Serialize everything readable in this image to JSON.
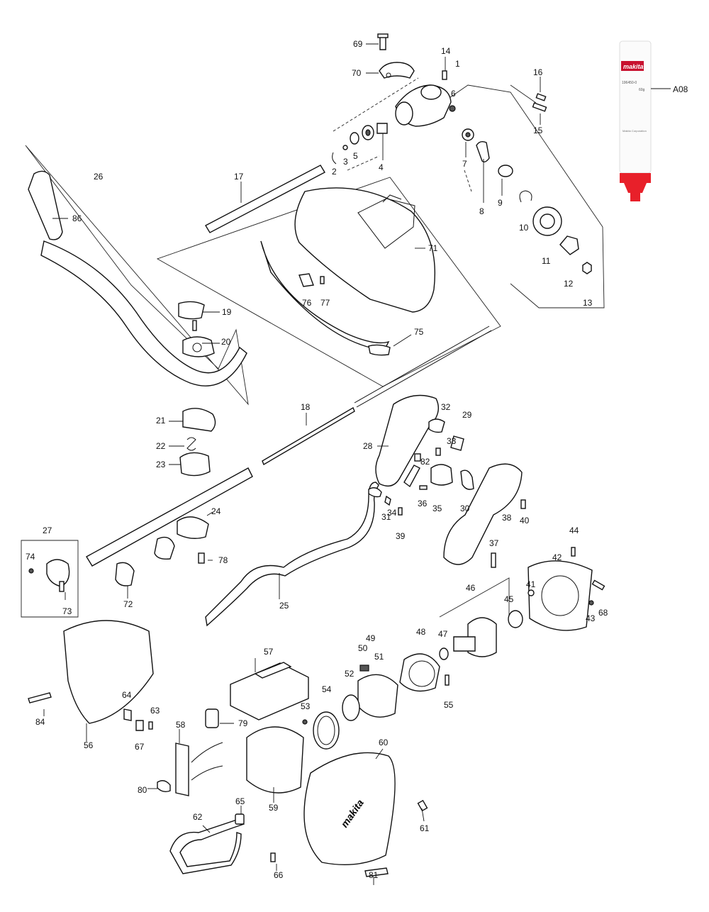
{
  "callouts": [
    {
      "n": "69",
      "id": "69"
    },
    {
      "n": "14",
      "id": "14"
    },
    {
      "n": "1",
      "id": "1"
    },
    {
      "n": "70",
      "id": "70"
    },
    {
      "n": "16",
      "id": "16"
    },
    {
      "n": "6",
      "id": "6"
    },
    {
      "n": "15",
      "id": "15"
    },
    {
      "n": "2",
      "id": "2"
    },
    {
      "n": "3",
      "id": "3"
    },
    {
      "n": "5",
      "id": "5"
    },
    {
      "n": "4",
      "id": "4"
    },
    {
      "n": "7",
      "id": "7"
    },
    {
      "n": "8",
      "id": "8"
    },
    {
      "n": "9",
      "id": "9"
    },
    {
      "n": "10",
      "id": "10"
    },
    {
      "n": "11",
      "id": "11"
    },
    {
      "n": "12",
      "id": "12"
    },
    {
      "n": "13",
      "id": "13"
    },
    {
      "n": "26",
      "id": "26"
    },
    {
      "n": "17",
      "id": "17"
    },
    {
      "n": "86",
      "id": "86"
    },
    {
      "n": "71",
      "id": "71"
    },
    {
      "n": "76",
      "id": "76"
    },
    {
      "n": "77",
      "id": "77"
    },
    {
      "n": "19",
      "id": "19"
    },
    {
      "n": "20",
      "id": "20"
    },
    {
      "n": "75",
      "id": "75"
    },
    {
      "n": "18",
      "id": "18"
    },
    {
      "n": "32",
      "id": "32"
    },
    {
      "n": "29",
      "id": "29"
    },
    {
      "n": "21",
      "id": "21"
    },
    {
      "n": "22",
      "id": "22"
    },
    {
      "n": "28",
      "id": "28"
    },
    {
      "n": "33",
      "id": "33"
    },
    {
      "n": "23",
      "id": "23"
    },
    {
      "n": "82",
      "id": "82"
    },
    {
      "n": "24",
      "id": "24"
    },
    {
      "n": "36",
      "id": "36"
    },
    {
      "n": "31",
      "id": "31"
    },
    {
      "n": "34",
      "id": "34"
    },
    {
      "n": "35",
      "id": "35"
    },
    {
      "n": "30",
      "id": "30"
    },
    {
      "n": "38",
      "id": "38"
    },
    {
      "n": "40",
      "id": "40"
    },
    {
      "n": "27",
      "id": "27"
    },
    {
      "n": "39",
      "id": "39"
    },
    {
      "n": "44",
      "id": "44"
    },
    {
      "n": "74",
      "id": "74"
    },
    {
      "n": "78",
      "id": "78"
    },
    {
      "n": "37",
      "id": "37"
    },
    {
      "n": "42",
      "id": "42"
    },
    {
      "n": "46",
      "id": "46"
    },
    {
      "n": "41",
      "id": "41"
    },
    {
      "n": "45",
      "id": "45"
    },
    {
      "n": "68",
      "id": "68"
    },
    {
      "n": "73",
      "id": "73"
    },
    {
      "n": "72",
      "id": "72"
    },
    {
      "n": "25",
      "id": "25"
    },
    {
      "n": "43",
      "id": "43"
    },
    {
      "n": "47",
      "id": "47"
    },
    {
      "n": "48",
      "id": "48"
    },
    {
      "n": "49",
      "id": "49"
    },
    {
      "n": "57",
      "id": "57"
    },
    {
      "n": "50",
      "id": "50"
    },
    {
      "n": "51",
      "id": "51"
    },
    {
      "n": "52",
      "id": "52"
    },
    {
      "n": "54",
      "id": "54"
    },
    {
      "n": "55",
      "id": "55"
    },
    {
      "n": "64",
      "id": "64"
    },
    {
      "n": "84",
      "id": "84"
    },
    {
      "n": "63",
      "id": "63"
    },
    {
      "n": "53",
      "id": "53"
    },
    {
      "n": "58",
      "id": "58"
    },
    {
      "n": "79",
      "id": "79"
    },
    {
      "n": "56",
      "id": "56"
    },
    {
      "n": "67",
      "id": "67"
    },
    {
      "n": "60",
      "id": "60"
    },
    {
      "n": "80",
      "id": "80"
    },
    {
      "n": "59",
      "id": "59"
    },
    {
      "n": "65",
      "id": "65"
    },
    {
      "n": "62",
      "id": "62"
    },
    {
      "n": "61",
      "id": "61"
    },
    {
      "n": "66",
      "id": "66"
    },
    {
      "n": "81",
      "id": "81"
    },
    {
      "n": "A08",
      "id": "A08"
    }
  ],
  "grease_tube": {
    "brand": "makita",
    "part_number": "196450-0",
    "weight": "60g",
    "small_print": "Makita Corporation",
    "colors": {
      "cap": "#e8202a",
      "body": "#ffffff",
      "label_bg": "#c8102e"
    }
  },
  "housing_brand": "makita",
  "colors": {
    "line": "#111111",
    "background": "#ffffff"
  }
}
